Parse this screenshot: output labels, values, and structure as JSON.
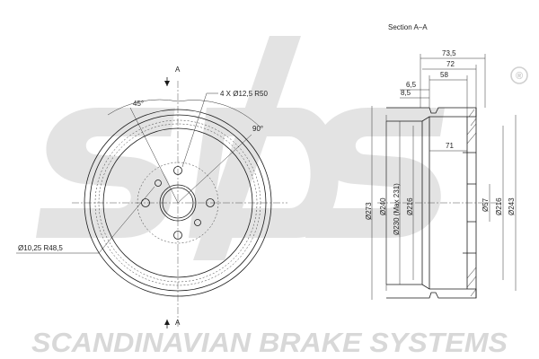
{
  "brand": {
    "logo_text": "sbs",
    "registered_mark": "®",
    "tagline": "SCANDINAVIAN BRAKE SYSTEMS",
    "watermark_color": "#e3e3e3",
    "tagline_color": "#d8d8d8"
  },
  "front_view": {
    "section_marker_top": "A",
    "section_marker_bottom": "A",
    "angle_left": "45°",
    "angle_right": "90°",
    "holes_note": "4 X Ø12,5 R50",
    "bolt_note": "Ø10,25 R48,5"
  },
  "section_view": {
    "title": "Section A–A",
    "top_dims": [
      "73,5",
      "72",
      "58",
      "6,5",
      "8,5"
    ],
    "inner_dim": "71",
    "left_diameters": [
      "Ø273",
      "Ø240",
      "Ø230 (Max 231)",
      "Ø216"
    ],
    "right_diameters": [
      "Ø57",
      "Ø216",
      "Ø243"
    ]
  }
}
